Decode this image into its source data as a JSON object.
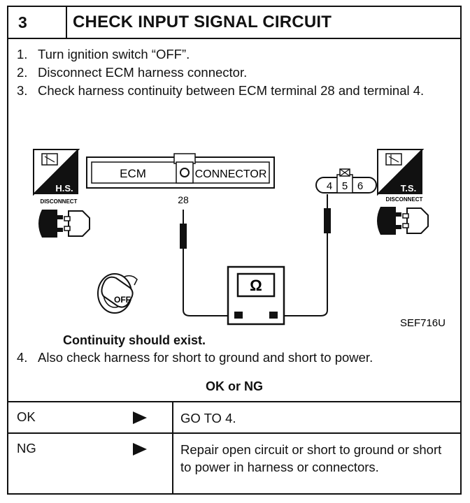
{
  "header": {
    "step_number": "3",
    "title": "CHECK INPUT SIGNAL CIRCUIT"
  },
  "instructions": [
    {
      "num": "1.",
      "text": "Turn ignition switch “OFF”."
    },
    {
      "num": "2.",
      "text": "Disconnect ECM harness connector."
    },
    {
      "num": "3.",
      "text": "Check harness continuity between ECM terminal 28 and terminal 4."
    }
  ],
  "diagram": {
    "hs_label": "H.S.",
    "ts_label": "T.S.",
    "disconnect_left": "DISCONNECT",
    "disconnect_right": "DISCONNECT",
    "ecm_label": "ECM",
    "connector_label": "CONNECTOR",
    "terminal_28": "28",
    "terminals": [
      "4",
      "5",
      "6"
    ],
    "ohm_symbol": "Ω",
    "key_label": "OFF",
    "figure_code": "SEF716U"
  },
  "continuity_text": "Continuity should exist.",
  "step4": {
    "num": "4.",
    "text": "Also check harness for short to ground and short to power."
  },
  "result_header": "OK or NG",
  "results": [
    {
      "label": "OK",
      "action": "GO TO 4."
    },
    {
      "label": "NG",
      "action": "Repair open circuit or short to ground or short to power in harness or connectors."
    }
  ]
}
